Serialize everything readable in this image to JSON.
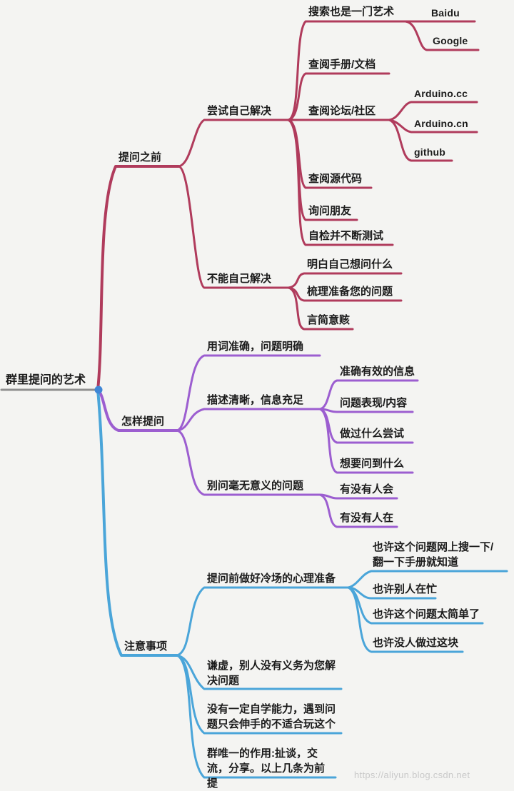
{
  "title": "群里提问的艺术",
  "watermark": "https://aliyun.blog.csdn.net",
  "colors": {
    "branch_before": "#b03b5c",
    "branch_how": "#9c5ed0",
    "branch_notes": "#4aa5d9",
    "root_dot": "#3f86d6",
    "root_line": "#8f8f8f"
  },
  "branches": [
    {
      "label": "提问之前",
      "children": [
        {
          "label": "尝试自己解决",
          "children": [
            {
              "label": "搜索也是一门艺术",
              "children": [
                {
                  "label": "Baidu"
                },
                {
                  "label": "Google"
                }
              ]
            },
            {
              "label": "查阅手册/文档"
            },
            {
              "label": "查阅论坛/社区",
              "children": [
                {
                  "label": "Arduino.cc"
                },
                {
                  "label": "Arduino.cn"
                },
                {
                  "label": "github"
                }
              ]
            },
            {
              "label": "查阅源代码"
            },
            {
              "label": "询问朋友"
            },
            {
              "label": "自检并不断测试"
            }
          ]
        },
        {
          "label": "不能自己解决",
          "children": [
            {
              "label": "明白自己想问什么"
            },
            {
              "label": "梳理准备您的问题"
            },
            {
              "label": "言简意赅"
            }
          ]
        }
      ]
    },
    {
      "label": "怎样提问",
      "children": [
        {
          "label": "用词准确，问题明确"
        },
        {
          "label": "描述清晰，信息充足",
          "children": [
            {
              "label": "准确有效的信息"
            },
            {
              "label": "问题表现/内容"
            },
            {
              "label": "做过什么尝试"
            },
            {
              "label": "想要问到什么"
            }
          ]
        },
        {
          "label": "别问毫无意义的问题",
          "children": [
            {
              "label": "有没有人会"
            },
            {
              "label": "有没有人在"
            }
          ]
        }
      ]
    },
    {
      "label": "注意事项",
      "children": [
        {
          "label": "提问前做好冷场的心理准备",
          "children": [
            {
              "label": "也许这个问题网上搜一下/翻一下手册就知道"
            },
            {
              "label": "也许别人在忙"
            },
            {
              "label": "也许这个问题太简单了"
            },
            {
              "label": "也许没人做过这块"
            }
          ]
        },
        {
          "label": "谦虚，别人没有义务为您解决问题"
        },
        {
          "label": "没有一定自学能力，遇到问题只会伸手的不适合玩这个"
        },
        {
          "label": "群唯一的作用:扯谈，交流，分享。以上几条为前提"
        }
      ]
    }
  ]
}
